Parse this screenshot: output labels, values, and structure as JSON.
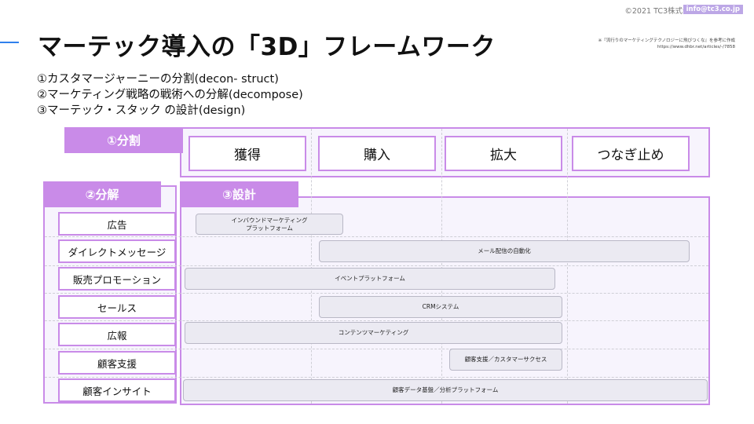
{
  "header": {
    "copyright": "©2021 TC3株式会社",
    "email": "info@tc3.co.jp",
    "title": "マーテック導入の「3D」フレームワーク",
    "reference_line1": "※『流行りのマーケティングテクノロジーに飛びつくな』を参考に作成",
    "reference_line2": "https://www.dhbr.net/articles/-/7858"
  },
  "bullets": [
    "①カスタマージャーニーの分割(decon- struct)",
    "②マーケティング戦略の戦術への分解(decompose)",
    "③マーテック・スタック の設計(design)"
  ],
  "diagram": {
    "tag_divide": "①分割",
    "tag_decompose": "②分解",
    "tag_design": "③設計",
    "phases": [
      "獲得",
      "購入",
      "拡大",
      "つなぎ止め"
    ],
    "rows": [
      "広告",
      "ダイレクトメッセージ",
      "販売プロモーション",
      "セールス",
      "広報",
      "顧客支援",
      "顧客インサイト"
    ],
    "bars": [
      "インバウンドマーケティング\nプラットフォーム",
      "メール配信の自動化",
      "イベントプラットフォーム",
      "CRMシステム",
      "コンテンツマーケティング",
      "顧客支援／カスタマーサクセス",
      "顧客データ基盤／分析プラットフォーム"
    ]
  },
  "colors": {
    "accent_purple": "#c98be8",
    "lavender_bg": "#f7f4fd",
    "bar_fill": "#ebeaf2",
    "accent_blue": "#2f80ed"
  }
}
